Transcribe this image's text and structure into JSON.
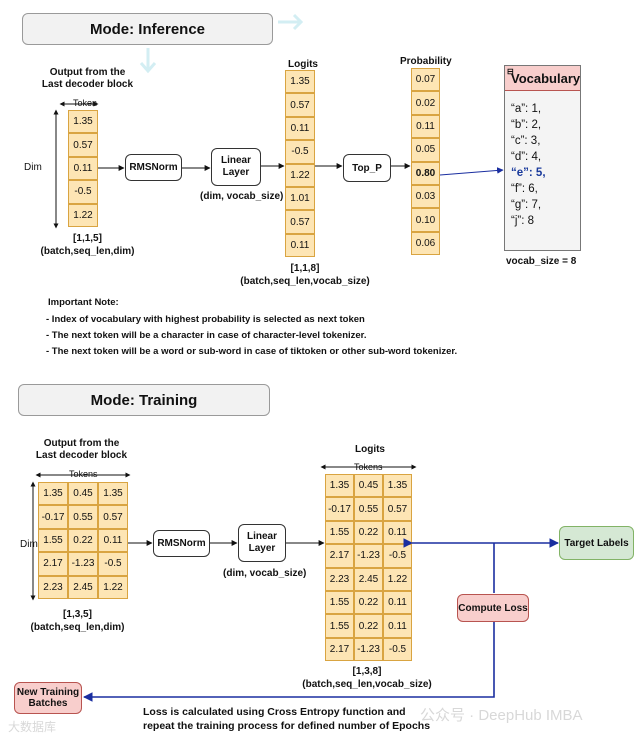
{
  "inference": {
    "mode_label": "Mode: Inference",
    "output_label_1": "Output from the",
    "output_label_2": "Last decoder block",
    "token_label": "Token",
    "dim_label": "Dim",
    "input_values": [
      "1.35",
      "0.57",
      "0.11",
      "-0.5",
      "1.22"
    ],
    "input_shape": "[1,1,5]",
    "input_shape_desc": "(batch,seq_len,dim)",
    "rmsnorm_label": "RMSNorm",
    "linear_label": "Linear\nLayer",
    "linear_desc": "(dim, vocab_size)",
    "logits_label": "Logits",
    "logits_values": [
      "1.35",
      "0.57",
      "0.11",
      "-0.5",
      "1.22",
      "1.01",
      "0.57",
      "0.11"
    ],
    "logits_shape": "[1,1,8]",
    "logits_shape_desc": "(batch,seq_len,vocab_size)",
    "top_p_label": "Top_P",
    "probability_label": "Probability",
    "probability_values": [
      "0.07",
      "0.02",
      "0.11",
      "0.05",
      "0.80",
      "0.03",
      "0.10",
      "0.06"
    ],
    "vocabulary": {
      "title": "Vocabulary",
      "entries": [
        "“a”: 1,",
        "“b”: 2,",
        "“c”: 3,",
        "“d”: 4,",
        "“e”: 5,",
        "“f”: 6,",
        "“g”: 7,",
        "“j”: 8"
      ],
      "size_label": "vocab_size = 8"
    },
    "notes_title": "Important Note:",
    "notes": [
      "- Index of vocabulary with highest probability is selected as next token",
      "- The next token will be a character in case of character-level tokenizer.",
      "- The next token will be a word or sub-word in case of tiktoken or other sub-word tokenizer."
    ]
  },
  "training": {
    "mode_label": "Mode: Training",
    "output_label_1": "Output from the",
    "output_label_2": "Last decoder block",
    "tokens_label": "Tokens",
    "dim_label": "Dim",
    "input_rows": [
      [
        "1.35",
        "0.45",
        "1.35"
      ],
      [
        "-0.17",
        "0.55",
        "0.57"
      ],
      [
        "1.55",
        "0.22",
        "0.11"
      ],
      [
        "2.17",
        "-1.23",
        "-0.5"
      ],
      [
        "2.23",
        "2.45",
        "1.22"
      ]
    ],
    "input_shape": "[1,3,5]",
    "input_shape_desc": "(batch,seq_len,dim)",
    "rmsnorm_label": "RMSNorm",
    "linear_label": "Linear\nLayer",
    "linear_desc": "(dim, vocab_size)",
    "logits_label": "Logits",
    "logits_tokens_label": "Tokens",
    "logits_rows": [
      [
        "1.35",
        "0.45",
        "1.35"
      ],
      [
        "-0.17",
        "0.55",
        "0.57"
      ],
      [
        "1.55",
        "0.22",
        "0.11"
      ],
      [
        "2.17",
        "-1.23",
        "-0.5"
      ],
      [
        "2.23",
        "2.45",
        "1.22"
      ],
      [
        "1.55",
        "0.22",
        "0.11"
      ],
      [
        "1.55",
        "0.22",
        "0.11"
      ],
      [
        "2.17",
        "-1.23",
        "-0.5"
      ]
    ],
    "logits_shape": "[1,3,8]",
    "logits_shape_desc": "(batch,seq_len,vocab_size)",
    "target_labels": "Target Labels",
    "compute_loss": "Compute Loss",
    "new_batches": "New Training\nBatches",
    "loss_note_1": "Loss is calculated using Cross Entropy function and",
    "loss_note_2": "repeat the training process for defined number of Epochs"
  },
  "watermark": {
    "text_right": "公众号 · DeepHub IMBA",
    "text_left": "大数据库"
  },
  "colors": {
    "cell_fill": "#fde5b4",
    "cell_border": "#d9a441",
    "arrow_blue": "#1a2ea0",
    "vocab_header": "#f8cecc",
    "target_fill": "#d5e8d4",
    "loss_fill": "#f8cecc"
  }
}
